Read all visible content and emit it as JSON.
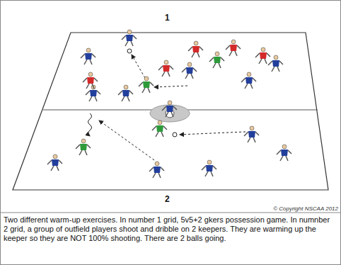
{
  "diagram": {
    "caption": "Two different warm-up exercises. In number 1 grid, 5v5+2 gkers possession game. In numnber 2 grid, a group of outfield players shoot and dribble on 2 keepers. They are warming up the keeper so they are NOT 100% shooting. There are 2 balls going.",
    "labels": [
      "1",
      "2",
      "© Copyright NSCAA 2012"
    ]
  }
}
